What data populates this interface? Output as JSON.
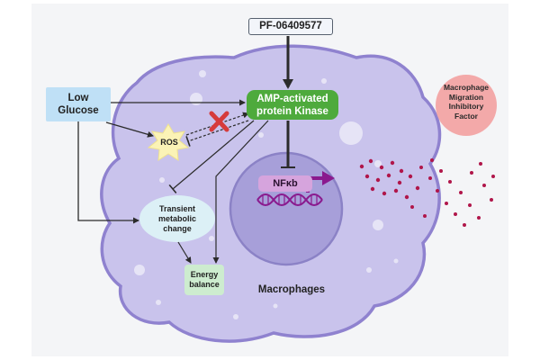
{
  "drug": {
    "label": "PF-06409577"
  },
  "glucose": {
    "line1": "Low",
    "line2": "Glucose"
  },
  "ampk": {
    "line1": "AMP-activated",
    "line2": "protein Kinase"
  },
  "ros": {
    "label": "ROS"
  },
  "nfkb": {
    "label": "NFκb"
  },
  "metabolic": {
    "line1": "Transient",
    "line2": "metabolic",
    "line3": "change"
  },
  "energy": {
    "line1": "Energy",
    "line2": "balance"
  },
  "cell": {
    "label": "Macrophages"
  },
  "mif": {
    "line1": "Macrophage",
    "line2": "Migration",
    "line3": "Inhibitory",
    "line4": "Factor"
  },
  "colors": {
    "cell_fill": "#c9c3ec",
    "cell_stroke": "#8f82cf",
    "nucleus_fill": "#a79fd9",
    "ampk": "#4eaa3c",
    "glucose": "#bfe0f6",
    "ros_star": "#fbf3b6",
    "mif_circle": "#f3a9a9",
    "particles": "#b0164a",
    "inhibit_cross": "#d63b3b"
  }
}
